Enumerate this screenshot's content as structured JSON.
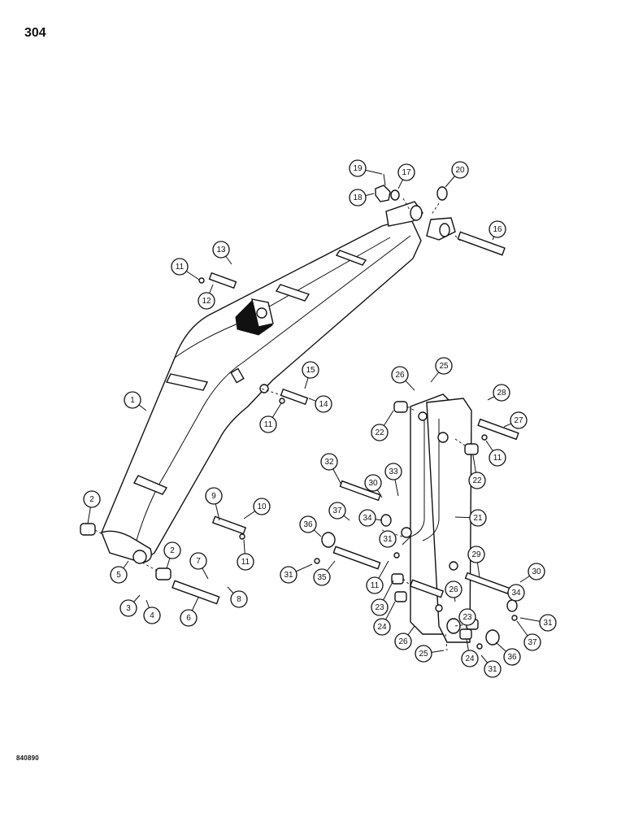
{
  "page_number": "304",
  "figure_code": "840890",
  "callouts": [
    "1",
    "2",
    "2",
    "3",
    "4",
    "5",
    "6",
    "7",
    "8",
    "9",
    "10",
    "11",
    "11",
    "11",
    "11",
    "11",
    "12",
    "13",
    "14",
    "15",
    "16",
    "17",
    "18",
    "19",
    "20",
    "21",
    "22",
    "22",
    "23",
    "23",
    "24",
    "24",
    "25",
    "25",
    "26",
    "26",
    "26",
    "27",
    "28",
    "29",
    "30",
    "30",
    "31",
    "31",
    "31",
    "31",
    "32",
    "33",
    "34",
    "34",
    "35",
    "36",
    "36",
    "37",
    "37"
  ]
}
